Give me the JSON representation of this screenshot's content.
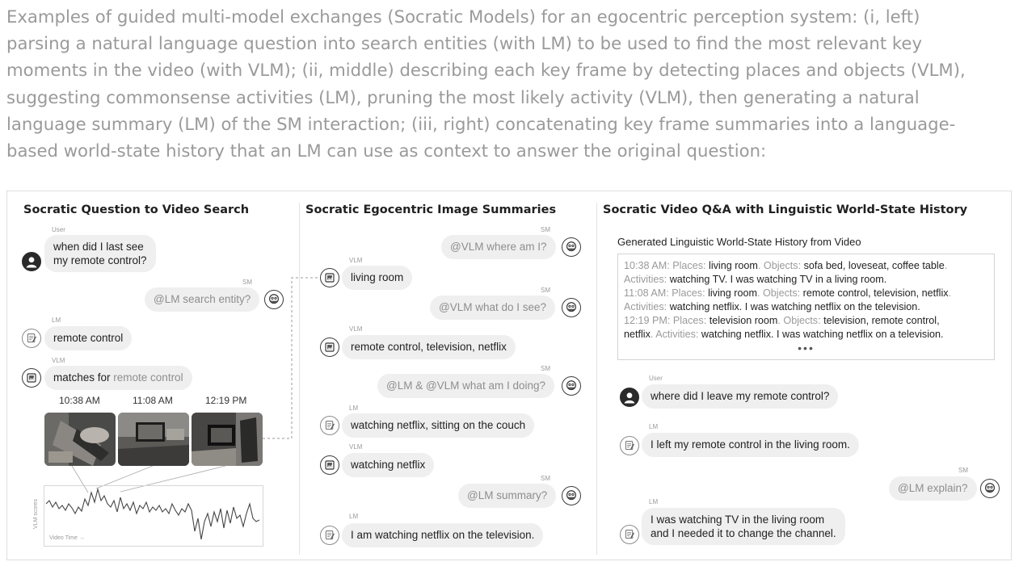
{
  "caption": [
    "Examples of guided multi-model exchanges (Socratic Models) for an egocentric perception system: (i, left)",
    "parsing a natural language question into search entities (with LM) to be used to find the most relevant key",
    "moments in the video (with VLM); (ii, middle) describing each key frame by detecting places and objects (VLM),",
    "suggesting commonsense activities (LM), pruning the most likely activity (VLM), then generating a natural",
    "language summary (LM) of the SM interaction; (iii, right) concatenating key frame summaries into a language-",
    "based world-state history that an LM can use as context to answer the original question:"
  ],
  "left": {
    "title": "Socratic Question to Video Search",
    "user_tag": "User",
    "user_msg_1": "when did I last see",
    "user_msg_2": "my remote control?",
    "sm_tag": "SM",
    "sm_msg": "@LM search entity?",
    "lm_tag": "LM",
    "lm_msg": "remote control",
    "vlm_tag": "VLM",
    "vlm_msg_prefix": "matches for ",
    "vlm_msg_entity": "remote control",
    "times": [
      "10:38 AM",
      "11:08 AM",
      "12:19 PM"
    ],
    "plot_ylabel": "VLM scores",
    "plot_xlabel": "Video Time →"
  },
  "middle": {
    "title": "Socratic Egocentric Image Summaries",
    "messages": [
      {
        "tag": "SM",
        "text": "@VLM where am I?"
      },
      {
        "tag": "VLM",
        "text": "living room"
      },
      {
        "tag": "SM",
        "text": "@VLM what do I see?"
      },
      {
        "tag": "VLM",
        "text": "remote control, television, netflix"
      },
      {
        "tag": "SM",
        "text": "@LM & @VLM what am I doing?"
      },
      {
        "tag": "LM",
        "text": "watching netflix, sitting on the couch"
      },
      {
        "tag": "VLM",
        "text": "watching netflix"
      },
      {
        "tag": "SM",
        "text": "@LM summary?"
      },
      {
        "tag": "LM",
        "text": "I am watching netflix on the television."
      }
    ]
  },
  "right": {
    "title": "Socratic Video Q&A with Linguistic World-State History",
    "history_title": "Generated Linguistic World-State History from Video",
    "history": [
      {
        "k1": "10:38 AM: Places: ",
        "v1": "living room",
        "k2": ". Objects: ",
        "v2": "sofa bed, loveseat, coffee table",
        "k3": "."
      },
      {
        "k1": "Activities: ",
        "v1": "watching TV. I was watching TV in a living room.",
        "k2": "",
        "v2": "",
        "k3": ""
      },
      {
        "k1": "11:08 AM: Places: ",
        "v1": "living room",
        "k2": ". Objects: ",
        "v2": "remote control, television, netflix",
        "k3": "."
      },
      {
        "k1": "Activities: ",
        "v1": "watching netflix. I was watching netflix on the television.",
        "k2": "",
        "v2": "",
        "k3": ""
      },
      {
        "k1": "12:19 PM: Places: ",
        "v1": "television room",
        "k2": ". Objects: ",
        "v2": "television, remote control,",
        "k3": ""
      },
      {
        "k1": "",
        "v1": "netflix",
        "k2": ". Activities: ",
        "v2": "watching netflix. I was watching netflix on a television.",
        "k3": ""
      }
    ],
    "ellipsis": "•••",
    "user_tag": "User",
    "user_msg": "where did I leave my remote control?",
    "lm_tag": "LM",
    "lm_msg": "I left my remote control in the living room.",
    "sm_tag": "SM",
    "sm_msg": "@LM explain?",
    "lm_tag_2": "LM",
    "lm_msg_2a": "I was watching TV in the living room",
    "lm_msg_2b": "and I needed it to change the channel."
  },
  "colors": {
    "caption": "#9a9a9a",
    "bubble": "#efefef",
    "muted": "#8e8e8e"
  },
  "icons": [
    "user-avatar-icon",
    "sm-face-icon",
    "lm-notepad-icon",
    "vlm-image-icon"
  ]
}
